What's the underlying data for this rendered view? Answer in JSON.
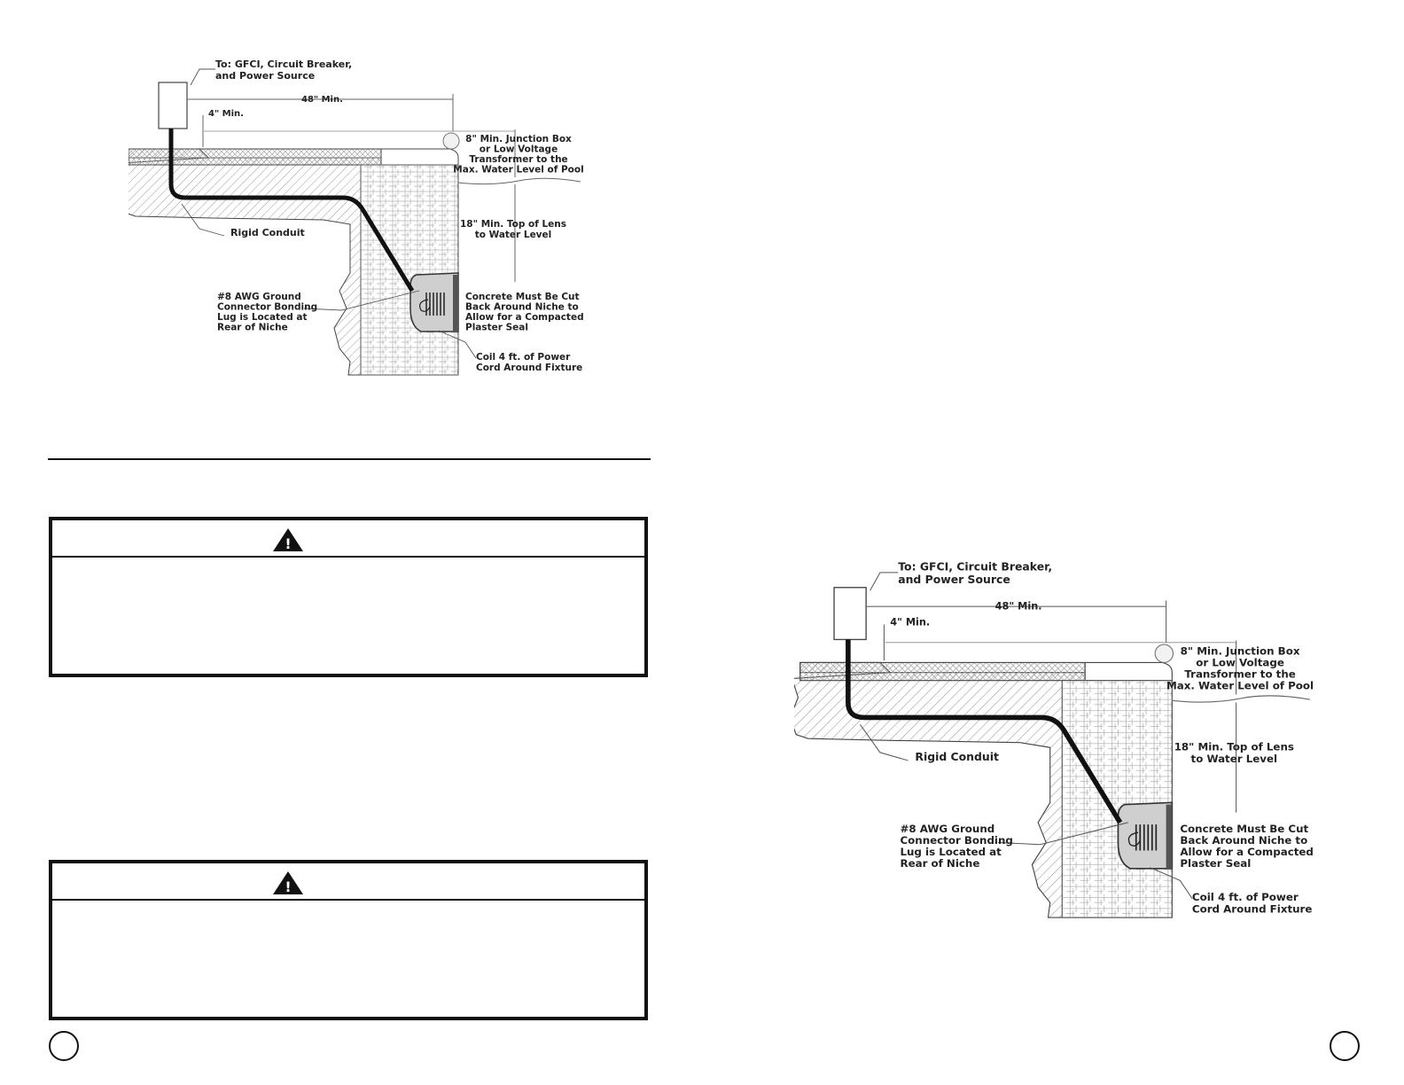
{
  "diagram": {
    "labels": {
      "power_source": [
        "To: GFCI, Circuit Breaker,",
        "and Power Source"
      ],
      "min_48": "48\" Min.",
      "min_4": "4\" Min.",
      "junction_box": [
        "8\" Min. Junction Box",
        "or Low Voltage",
        "Transformer to the",
        "Max. Water Level of Pool"
      ],
      "lens_level": [
        "18\" Min. Top of Lens",
        "to Water Level"
      ],
      "rigid_conduit": "Rigid Conduit",
      "ground_connector": [
        "#8 AWG Ground",
        "Connector Bonding",
        "Lug is Located at",
        "Rear of Niche"
      ],
      "concrete_cut": [
        "Concrete Must Be Cut",
        "Back Around Niche to",
        "Allow for a Compacted",
        "Plaster Seal"
      ],
      "coil_cord": [
        "Coil 4 ft. of Power",
        "Cord Around Fixture"
      ]
    }
  },
  "warnings": [
    {
      "icon": "warning-triangle-icon",
      "symbol": "!"
    },
    {
      "icon": "warning-triangle-icon",
      "symbol": "!"
    }
  ],
  "colors": {
    "ink": "#111111",
    "hatch": "#9a9a9a",
    "niche": "#cfcfcf"
  }
}
